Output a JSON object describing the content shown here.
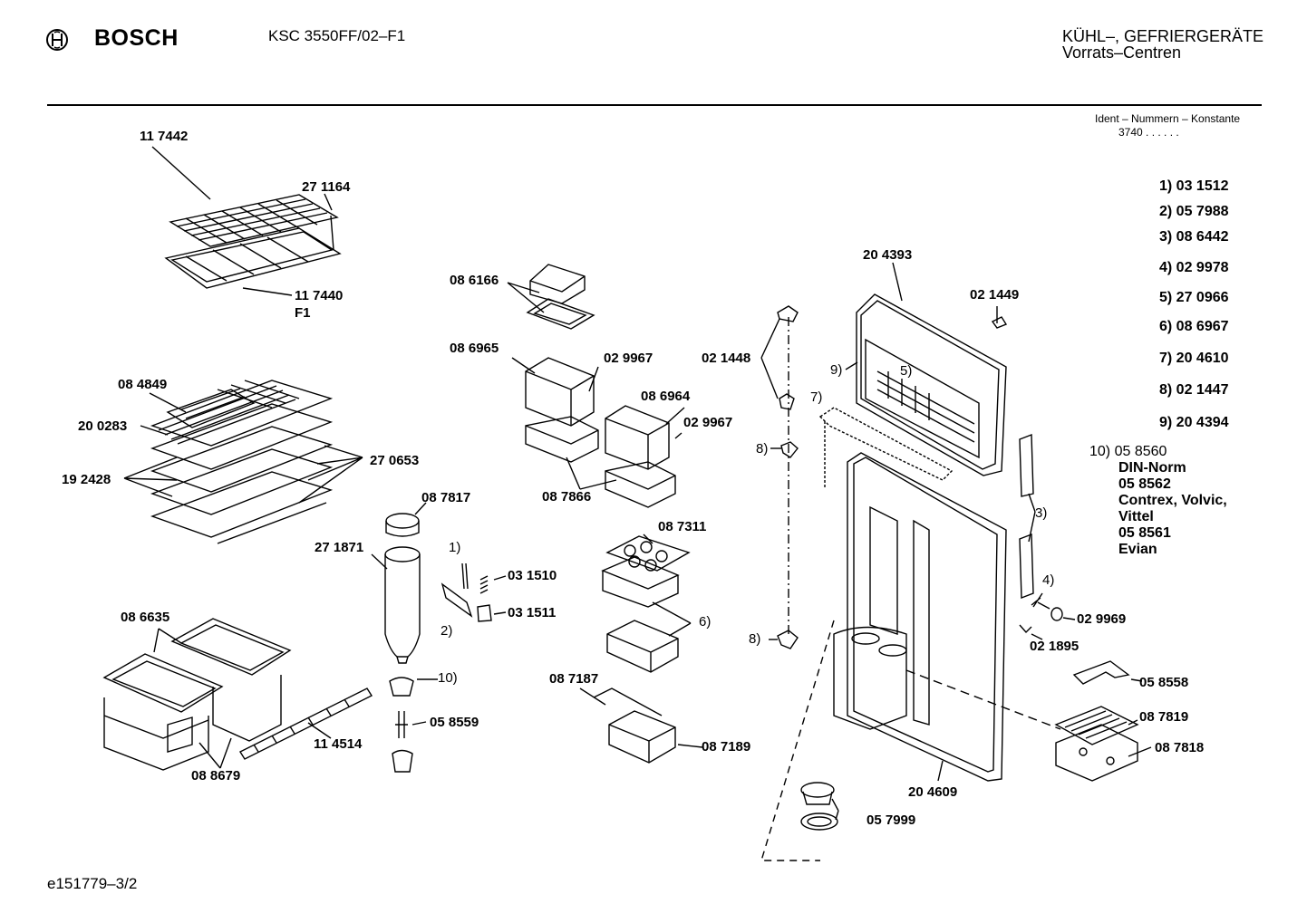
{
  "header": {
    "brand": "BOSCH",
    "model": "KSC 3550FF/02–F1",
    "category_line1": "KÜHL–, GEFRIERGERÄTE",
    "category_line2": "Vorrats–Centren",
    "ident_title": "Ident – Nummern – Konstante",
    "ident_value": "3740 . .  . . . ."
  },
  "references": [
    "1) 03 1512",
    "2) 05 7988",
    "3) 08 6442",
    "4) 02 9978",
    "5) 27 0966",
    "6) 08 6967",
    "7) 20 4610",
    "8) 02 1447",
    "9) 20 4394"
  ],
  "reference_10": {
    "number": "10) 05 8560",
    "lines": [
      "DIN-Norm",
      "05 8562",
      "Contrex, Volvic,",
      "Vittel",
      "05 8561",
      "Evian"
    ]
  },
  "part_labels": {
    "p117442": "11 7442",
    "p271164": "27 1164",
    "p117440": "11 7440",
    "pF1": "F1",
    "p086166": "08 6166",
    "p086965": "08 6965",
    "p029967a": "02 9967",
    "p086964": "08 6964",
    "p029967b": "02 9967",
    "p087866": "08 7866",
    "p084849": "08 4849",
    "p200283": "20 0283",
    "p270653": "27 0653",
    "p192428": "19 2428",
    "p087817": "08 7817",
    "p271871": "27 1871",
    "c1": "1)",
    "p031510": "03 1510",
    "p031511": "03 1511",
    "c2": "2)",
    "c10": "10)",
    "p058559": "05 8559",
    "p086635": "08 6635",
    "p114514": "11 4514",
    "p088679": "08 8679",
    "p087311": "08 7311",
    "c6": "6)",
    "p087187": "08 7187",
    "p087189": "08 7189",
    "p021448": "02 1448",
    "c8a": "8)",
    "c8b": "8)",
    "p204393": "20 4393",
    "p021449": "02 1449",
    "c9": "9)",
    "c5": "5)",
    "c7": "7)",
    "c3": "3)",
    "c4": "4)",
    "p029969": "02 9969",
    "p021895": "02 1895",
    "p058558": "05 8558",
    "p087819": "08 7819",
    "p087818": "08 7818",
    "p204609": "20 4609",
    "p057999": "05 7999"
  },
  "footer": {
    "doc_id": "e151779–3/2"
  }
}
